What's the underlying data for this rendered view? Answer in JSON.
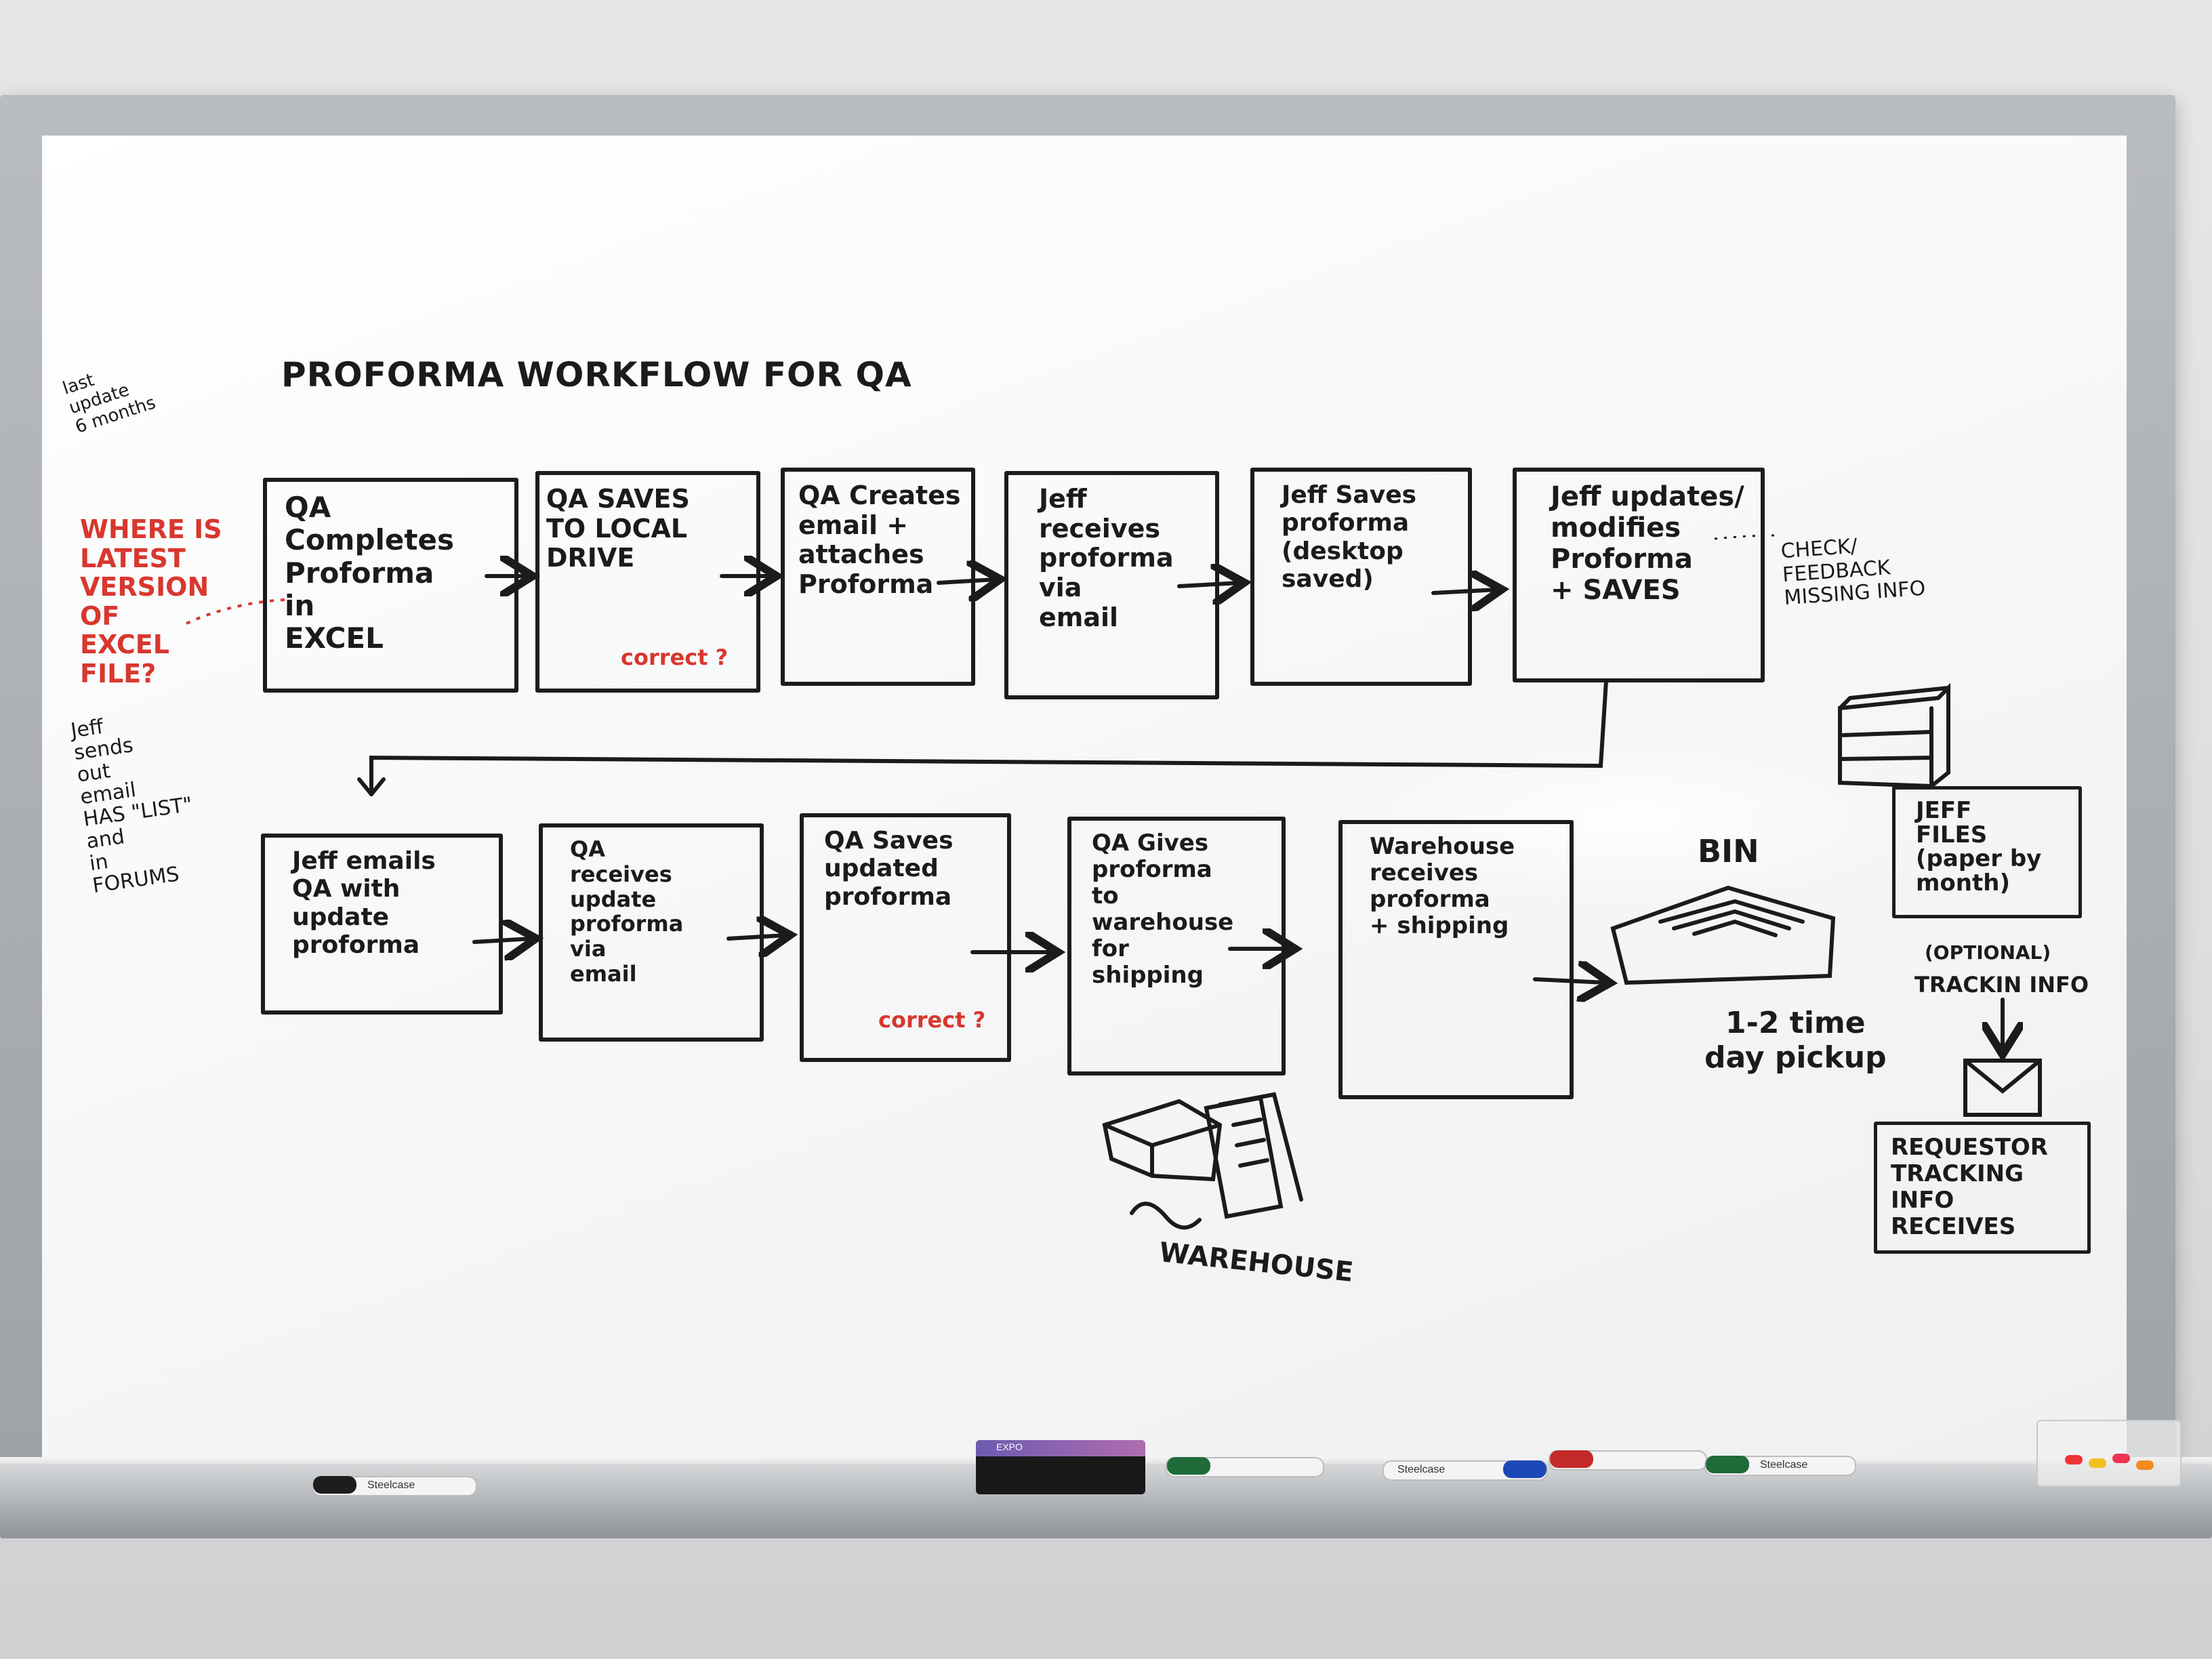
{
  "diagram": {
    "title": "PROFORMA WORKFLOW FOR QA",
    "side_note": "last\nupdate\n6 months",
    "red_question": "WHERE IS\nLATEST\nVERSION\nOF\nEXCEL\nFILE?",
    "left_note": "Jeff\nsends\nout\nemail\nHAS \"LIST\"\nand\nin\nFORUMS",
    "row1": [
      {
        "text": "QA Completes\nProforma\nin\nEXCEL",
        "note": ""
      },
      {
        "text": "QA SAVES\nTO LOCAL\nDRIVE",
        "note": "correct ?"
      },
      {
        "text": "QA Creates\nemail +\nattaches\nProforma",
        "note": ""
      },
      {
        "text": "Jeff\nreceives\nproforma\nvia\nemail",
        "note": ""
      },
      {
        "text": "Jeff Saves\nproforma\n(desktop saved)",
        "note": ""
      },
      {
        "text": "Jeff updates/\nmodifies\nProforma\n+ SAVES",
        "note": ""
      }
    ],
    "check_note": "CHECK/\nFEEDBACK\nMISSING INFO",
    "row2": [
      {
        "text": "Jeff emails\nQA with\nupdate proforma",
        "note": ""
      },
      {
        "text": "QA\nreceives\nupdate proforma\nvia\nemail",
        "note": ""
      },
      {
        "text": "QA Saves\nupdated\nproforma",
        "note": "correct ?"
      },
      {
        "text": "QA Gives\nproforma\nto\nwarehouse\nfor\nshipping",
        "note": ""
      },
      {
        "text": "Warehouse\nreceives\nproforma\n+ shipping",
        "note": ""
      }
    ],
    "bin_label": "BIN",
    "pickup_note": "1-2 time\nday pickup",
    "warehouse_label": "WAREHOUSE",
    "jeff_files": "JEFF\nFILES\n(paper by\nmonth)",
    "optional_label": "(OPTIONAL)",
    "tracking_label": "TRACKIN INFO",
    "requestor_box": "REQUESTOR\nTRACKING\nINFO RECEIVES",
    "tray_brands": [
      "Steelcase",
      "Steelcase",
      "Steelcase"
    ],
    "eraser_brand": "EXPO"
  },
  "colors": {
    "ink": "#1b1b1b",
    "red_ink": "#d8372e",
    "board": "#f7f8f9"
  }
}
